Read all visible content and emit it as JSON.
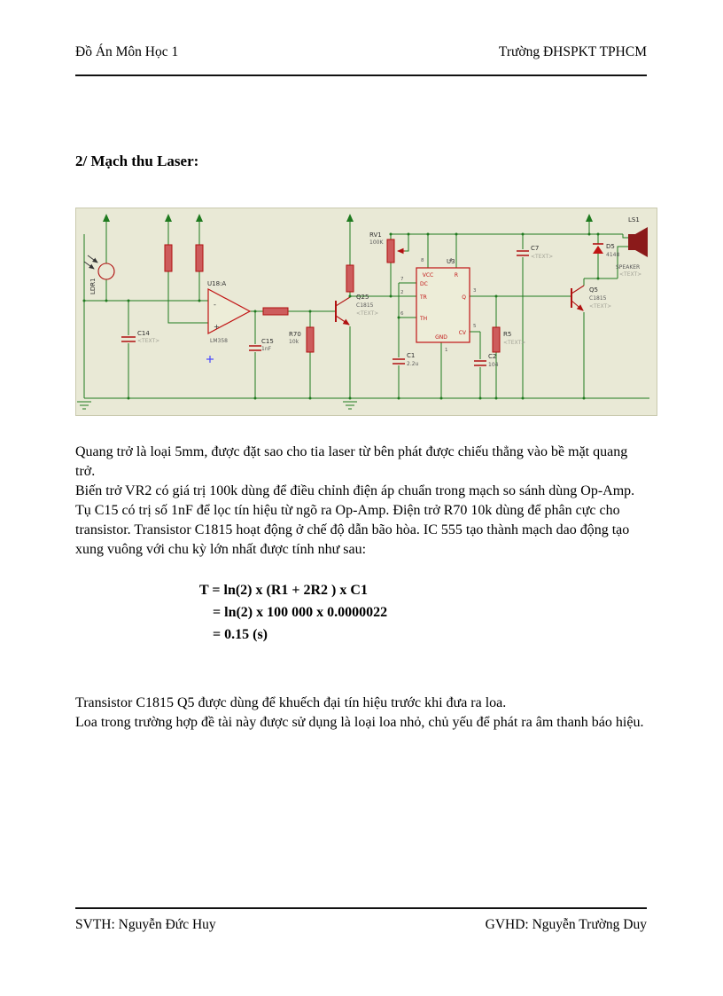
{
  "header": {
    "left": "Đồ Án Môn Học 1",
    "right": "Trường ĐHSPKT TPHCM"
  },
  "heading": "2/ Mạch thu Laser:",
  "body": {
    "p1": "Quang trở là loại 5mm, được đặt sao cho tia laser từ bên phát được chiếu thẳng vào bề mặt quang trở.",
    "p2": "Biến trở VR2 có giá trị 100k dùng để điều chỉnh điện áp chuẩn trong mạch so sánh dùng Op-Amp. Tụ C15 có trị số 1nF để lọc tín hiệu từ ngõ ra Op-Amp. Điện trở R70 10k dùng để phân cực cho transistor. Transistor C1815 hoạt động ở chế độ dẫn bão hòa. IC 555 tạo thành mạch dao động tạo xung vuông với chu kỳ lớn nhất được tính như sau:",
    "p3": "Transistor C1815 Q5 được dùng để khuếch đại tín hiệu trước khi đưa ra loa.",
    "p4": "Loa trong trường hợp đề tài này được sử dụng là loại loa nhỏ, chủ yếu để phát ra âm thanh báo hiệu."
  },
  "formula": {
    "line1": "T = ln(2) x (R1 + 2R2 ) x C1",
    "line2": "= ln(2) x 100 000 x 0.0000022",
    "line3": "= 0.15 (s)"
  },
  "schematic": {
    "ldr_ref": "LDR1",
    "c14_ref": "C14",
    "c15_ref": "C15",
    "c15_val": "1nF",
    "u18_ref": "U18:A",
    "u18_part": "LM358",
    "opamp_plus": "+",
    "opamp_minus": "-",
    "r70_ref": "R70",
    "r70_val": "10k",
    "q25_ref": "Q25",
    "q25_part": "C1815",
    "rv1_ref": "RV1",
    "rv1_val": "100K",
    "u3_ref": "U3",
    "pins": {
      "vcc": "VCC",
      "r": "R",
      "dc": "DC",
      "tr": "TR",
      "th": "TH",
      "cv": "CV",
      "q": "Q",
      "gnd": "GND",
      "n8": "8",
      "n4": "4",
      "n7": "7",
      "n2": "2",
      "n6": "6",
      "n5": "5",
      "n3": "3",
      "n1": "1"
    },
    "c1_ref": "C1",
    "c1_val": "2.2u",
    "c2_ref": "C2",
    "c2_val": "104",
    "r5_ref": "R5",
    "c7_ref": "C7",
    "d5_ref": "D5",
    "d5_part": "4148",
    "ls1_ref": "LS1",
    "ls1_part": "SPEAKER",
    "q5_ref": "Q5",
    "q5_part": "C1815",
    "text_placeholder": "<TEXT>"
  },
  "footer": {
    "left": "SVTH: Nguyễn Đức Huy",
    "right": "GVHD: Nguyễn Trường Duy"
  }
}
